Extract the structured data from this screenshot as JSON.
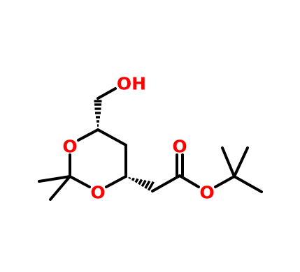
{
  "molecule": {
    "atom_color": "#ff0000",
    "bond_color": "#000000",
    "labels": {
      "hydroxyl": "OH",
      "ring_oxygen_upper": "O",
      "ring_oxygen_lower": "O",
      "carbonyl_oxygen": "O",
      "ester_oxygen": "O"
    }
  }
}
